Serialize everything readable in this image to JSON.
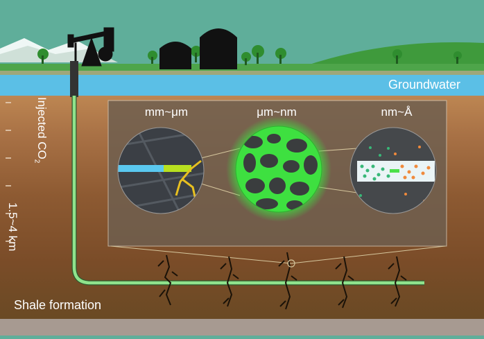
{
  "labels": {
    "groundwater": "Groundwater",
    "injected_prefix": "Injected CO",
    "injected_sub": "2",
    "depth": "1.5~4 km",
    "shale": "Shale formation"
  },
  "scales": [
    "mm~μm",
    "μm~nm",
    "nm~Å"
  ],
  "colors": {
    "sky": "#5fae9a",
    "groundwater": "#5bbfe6",
    "soil_top": "#b9824f",
    "soil_mid": "#8c5a33",
    "soil_deep": "#6e4a25",
    "pipe": "#8fe38c",
    "glow": "#37d63a",
    "inset_panel": "#7a6a58"
  }
}
